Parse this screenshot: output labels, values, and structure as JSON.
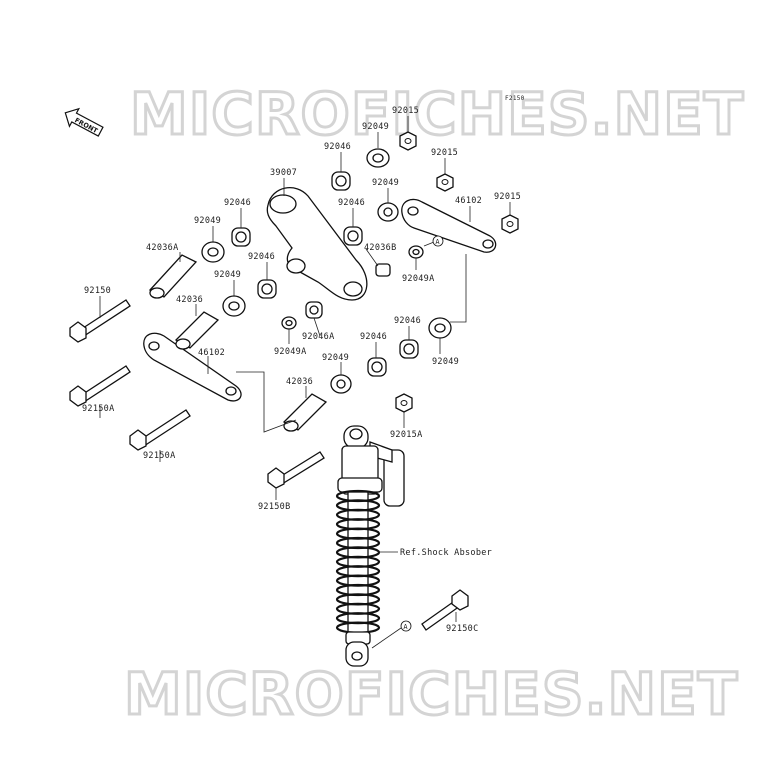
{
  "diagram_code": "F2150",
  "front_arrow_label": "FRONT",
  "watermark": "MICROFICHES.NET",
  "ref_label": "Ref.Shock Absober",
  "callout_letter": "A",
  "part_labels": {
    "p92015_top": "92015",
    "p92049_top": "92049",
    "p92015_mid": "92015",
    "p92046_top": "92046",
    "p39007": "39007",
    "p92049_mid": "92049",
    "p92015_right": "92015",
    "p46102_right": "46102",
    "p92049_left": "92049",
    "p92046_left": "92046",
    "p92046_right": "92046",
    "p42036B": "42036B",
    "p42036A": "42036A",
    "p92049A_r": "92049A",
    "p92049_left2": "92049",
    "p92046_left2": "92046",
    "p92150": "92150",
    "p42036_left": "42036",
    "p92046A": "92046A",
    "p92049A_c": "92049A",
    "p92046_lower_r": "92046",
    "p46102_left": "46102",
    "p92046_lower": "92046",
    "p92049_lower_r": "92049",
    "p92049_lower": "92049",
    "p92150A_1": "92150A",
    "p42036_lower": "42036",
    "p92015A": "92015A",
    "p92150A_2": "92150A",
    "p92150B": "92150B",
    "p92150C": "92150C"
  }
}
